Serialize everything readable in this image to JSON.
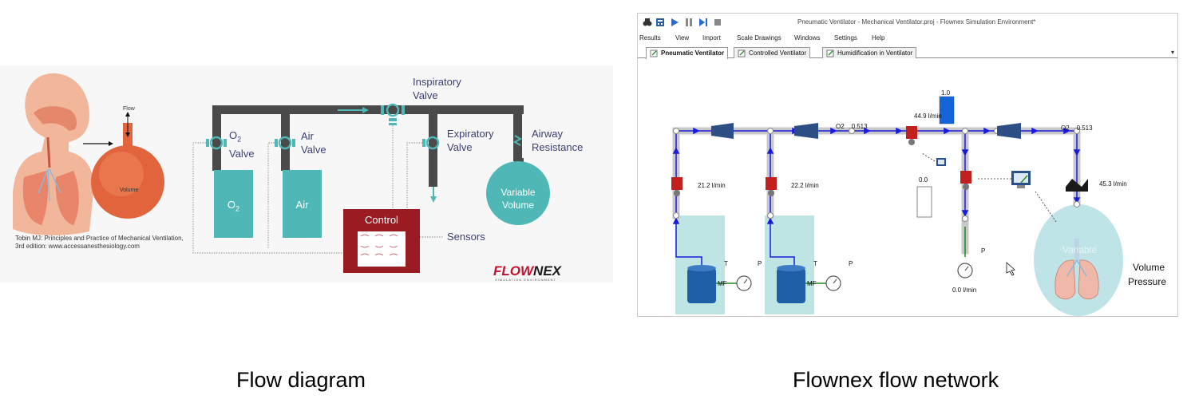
{
  "left_diagram": {
    "labels": {
      "inspiratory_valve": [
        "Inspiratory",
        "Valve"
      ],
      "o2_valve_line1": "O",
      "o2_valve_sub": "2",
      "o2_valve_line2": "Valve",
      "air_valve": [
        "Air",
        "Valve"
      ],
      "expiratory_valve": [
        "Expiratory",
        "Valve"
      ],
      "airway_resistance": [
        "Airway",
        "Resistance"
      ],
      "o2_tank": "O",
      "o2_tank_sub": "2",
      "air_tank": "Air",
      "variable_volume": [
        "Variable",
        "Volume"
      ],
      "control": "Control",
      "sensors": "Sensors",
      "flow": "Flow",
      "volume": "Volume",
      "citation_line1": "Tobin MJ: Principles and Practice of Mechanical Ventilation,",
      "citation_line2": "3rd edition: www.accessanesthesiology.com"
    },
    "logo": {
      "text_a": "FLOW",
      "text_b": "NEX",
      "sub": "SIMULATION ENVIRONMENT"
    },
    "colors": {
      "pipe": "#4a4a4a",
      "teal": "#4fb7b5",
      "control_red": "#9b1b22",
      "lung_orange": "#e2643d"
    }
  },
  "app": {
    "window_title": "Pneumatic Ventilator - Mechanical Ventilator.proj - Flownex Simulation Environment*",
    "toolbar_icons": [
      "binoculars-icon",
      "calculator-icon",
      "play-icon",
      "pause-icon",
      "step-icon",
      "stop-icon"
    ],
    "menu": [
      "Results",
      "View",
      "Import",
      "Scale Drawings",
      "Windows",
      "Settings",
      "Help"
    ],
    "tabs": [
      {
        "label": "Pneumatic Ventilator",
        "active": true
      },
      {
        "label": "Controlled Ventilator",
        "active": false
      },
      {
        "label": "Humidification in Ventilator",
        "active": false
      }
    ],
    "tab_dropdown": "▾",
    "canvas": {
      "labels": {
        "o2_a": "O2",
        "o2_a_val": "0.513",
        "o2_b": "O2",
        "o2_b_val": "0.513",
        "flow_insp": "44.9 l/min",
        "bar_value": "1.0",
        "flow_o2": "21.2 l/min",
        "flow_air": "22.2 l/min",
        "flow_out": "45.3 l/min",
        "gauge_zero": "0.0",
        "flow_exp": "0.0 l/min",
        "p_exp": "P",
        "t1": "T",
        "p1": "P",
        "mf1": "MF",
        "t2": "T",
        "p2": "P",
        "mf2": "MF",
        "volume": "Volume",
        "pressure": "Pressure",
        "variable_watermark": "Variable"
      },
      "bar_level": 1.0,
      "colors": {
        "pipe": "#c8c8c8",
        "flow_arrow": "#1a1adb",
        "valve_red": "#c21f1f",
        "tank_blue": "#1f5fa8",
        "tank_bg": "#bfe4e4",
        "lung_bg": "#bfe4e8",
        "green_line": "#1e8a1e"
      }
    }
  },
  "captions": {
    "left": "Flow diagram",
    "right": "Flownex flow network"
  }
}
